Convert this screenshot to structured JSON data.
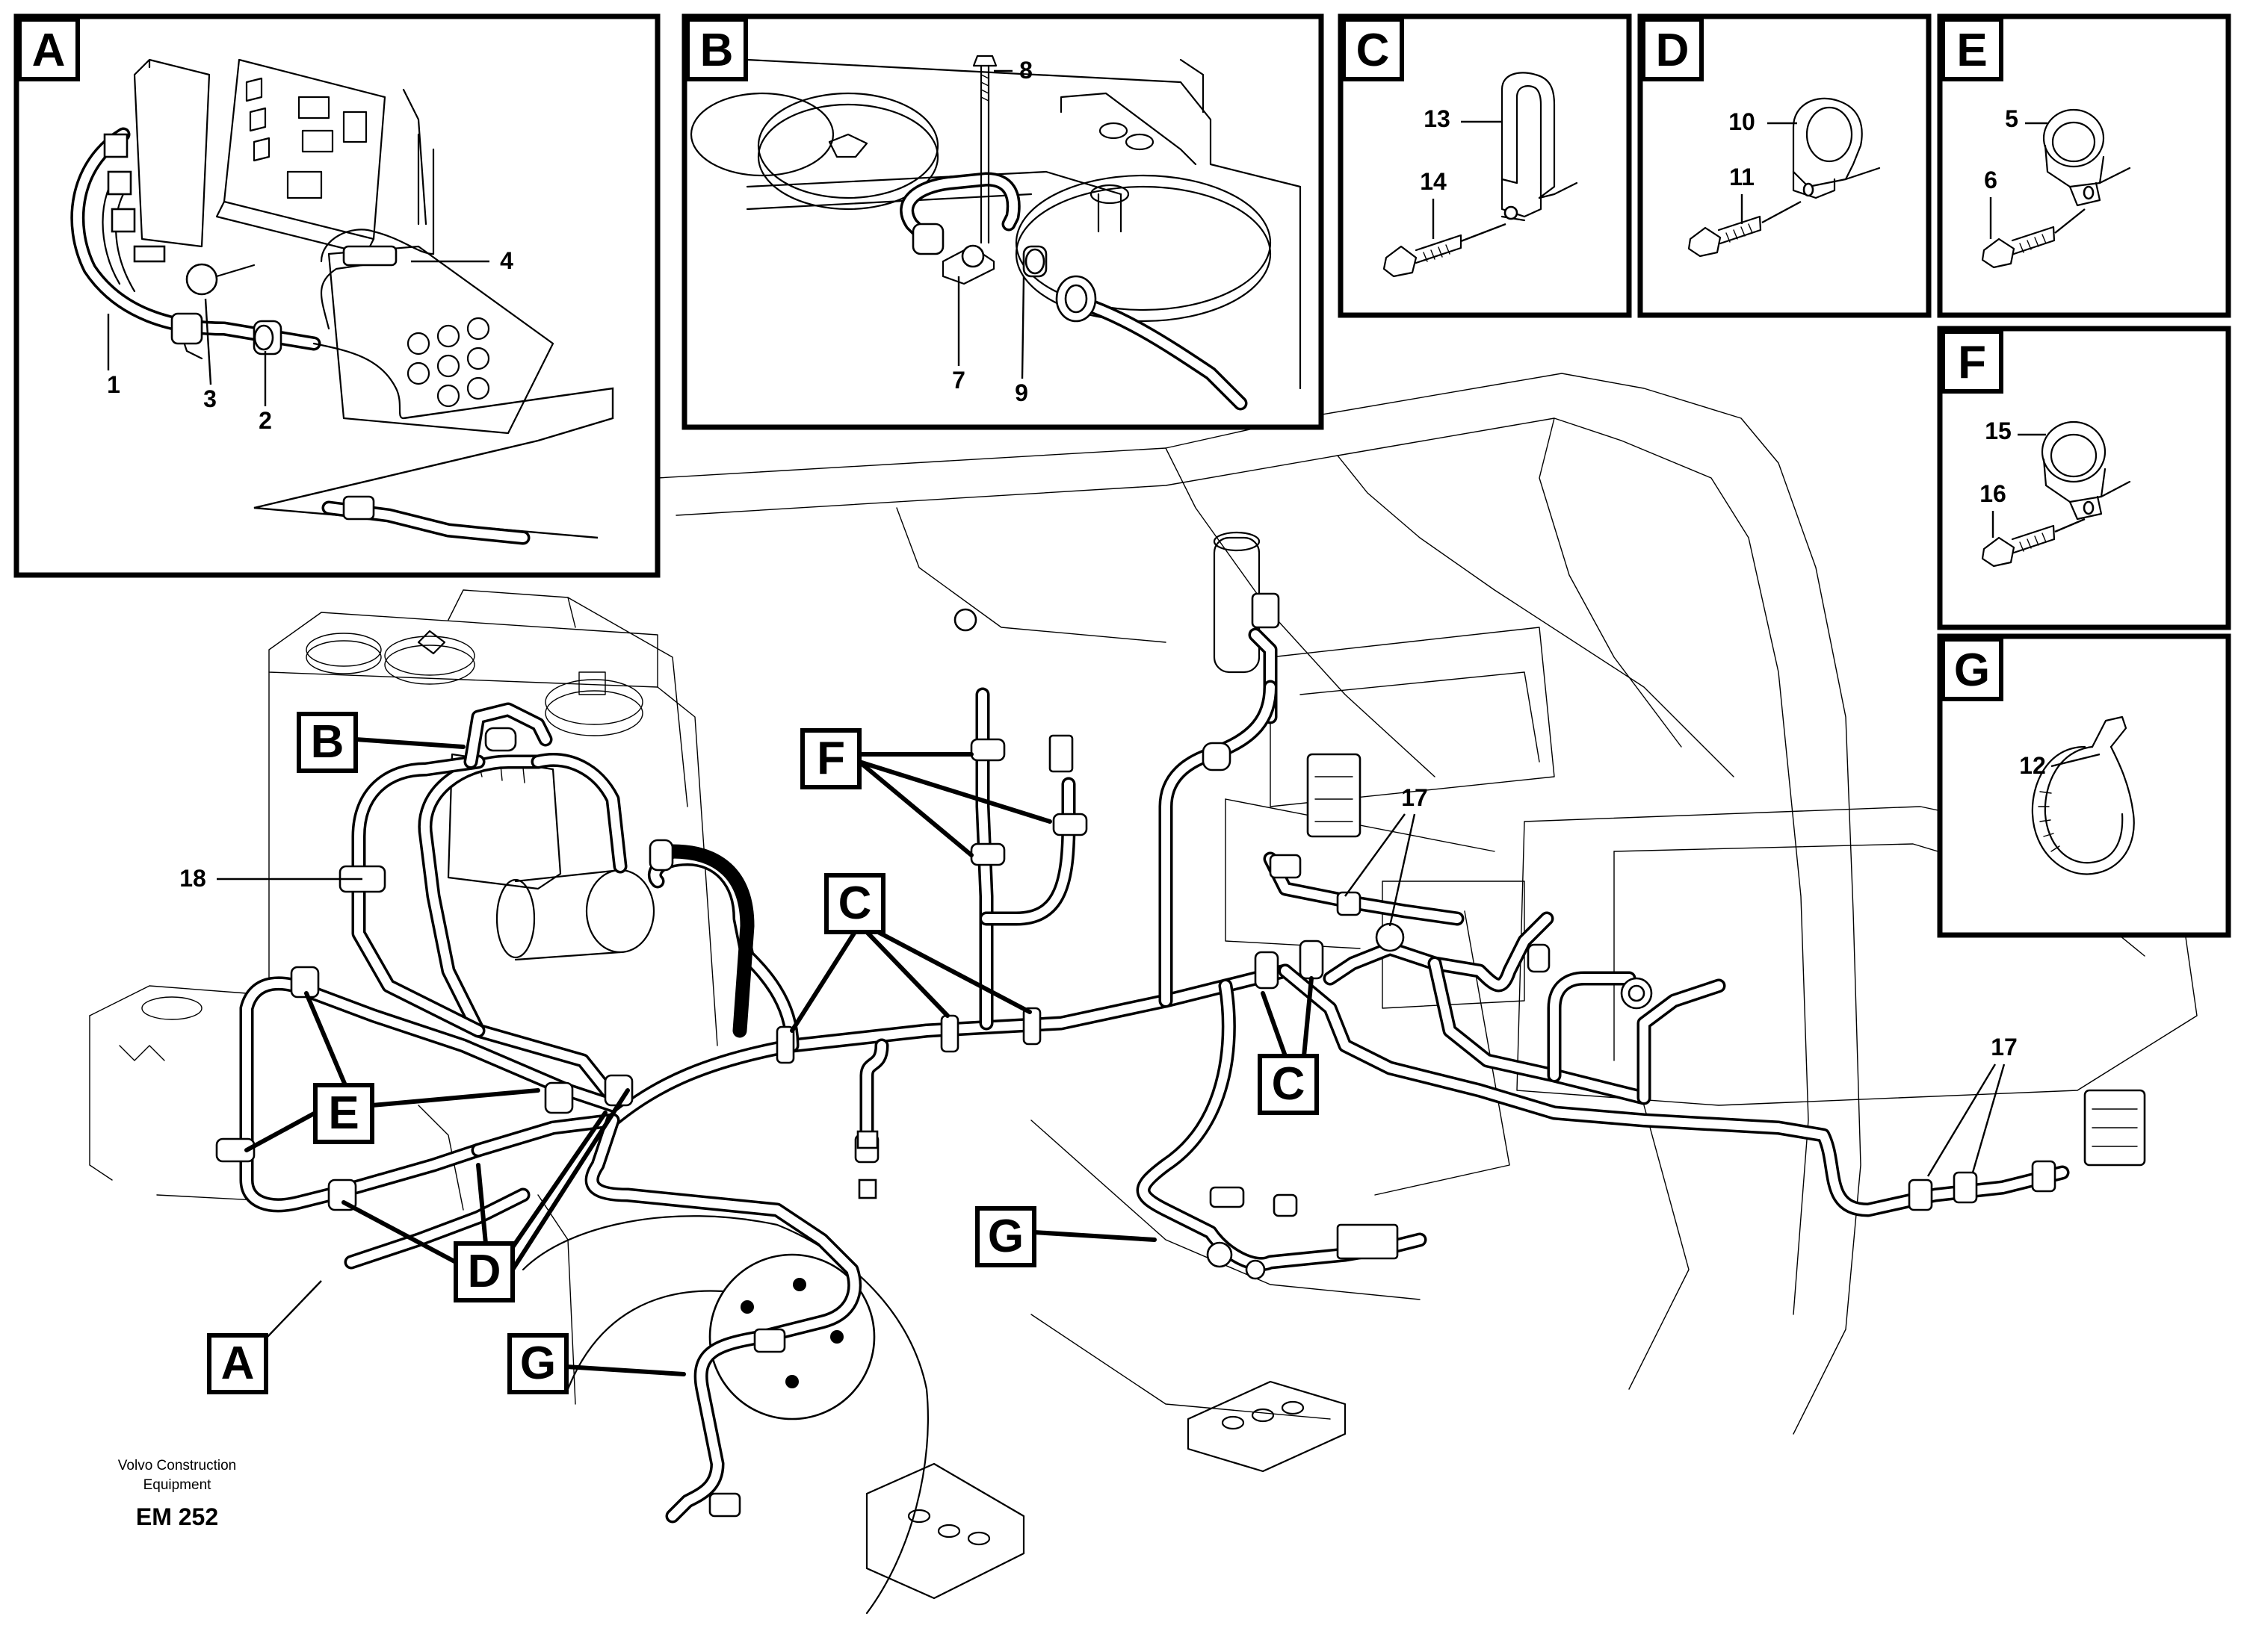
{
  "footer": {
    "company_line1": "Volvo Construction",
    "company_line2": "Equipment",
    "code": "EM 252"
  },
  "detail_panels": [
    {
      "letter": "A",
      "part_numbers": [
        "1",
        "2",
        "3",
        "4"
      ]
    },
    {
      "letter": "B",
      "part_numbers": [
        "7",
        "8",
        "9"
      ]
    },
    {
      "letter": "C",
      "part_numbers": [
        "13",
        "14"
      ]
    },
    {
      "letter": "D",
      "part_numbers": [
        "10",
        "11"
      ]
    },
    {
      "letter": "E",
      "part_numbers": [
        "5",
        "6"
      ]
    },
    {
      "letter": "F",
      "part_numbers": [
        "15",
        "16"
      ]
    },
    {
      "letter": "G",
      "part_numbers": [
        "12"
      ]
    }
  ],
  "panel_labels": {
    "a": "A",
    "b": "B",
    "c": "C",
    "d": "D",
    "e": "E",
    "f": "F",
    "g": "G"
  },
  "part_labels": {
    "p1": "1",
    "p2": "2",
    "p3": "3",
    "p4": "4",
    "p5": "5",
    "p6": "6",
    "p7": "7",
    "p8": "8",
    "p9": "9",
    "p10": "10",
    "p11": "11",
    "p12": "12",
    "p13": "13",
    "p14": "14",
    "p15": "15",
    "p16": "16"
  },
  "main_callouts": {
    "b": "B",
    "f": "F",
    "c1": "C",
    "c2": "C",
    "e": "E",
    "d": "D",
    "a": "A",
    "g1": "G",
    "g2": "G",
    "n18": "18",
    "n17a": "17",
    "n17b": "17"
  }
}
